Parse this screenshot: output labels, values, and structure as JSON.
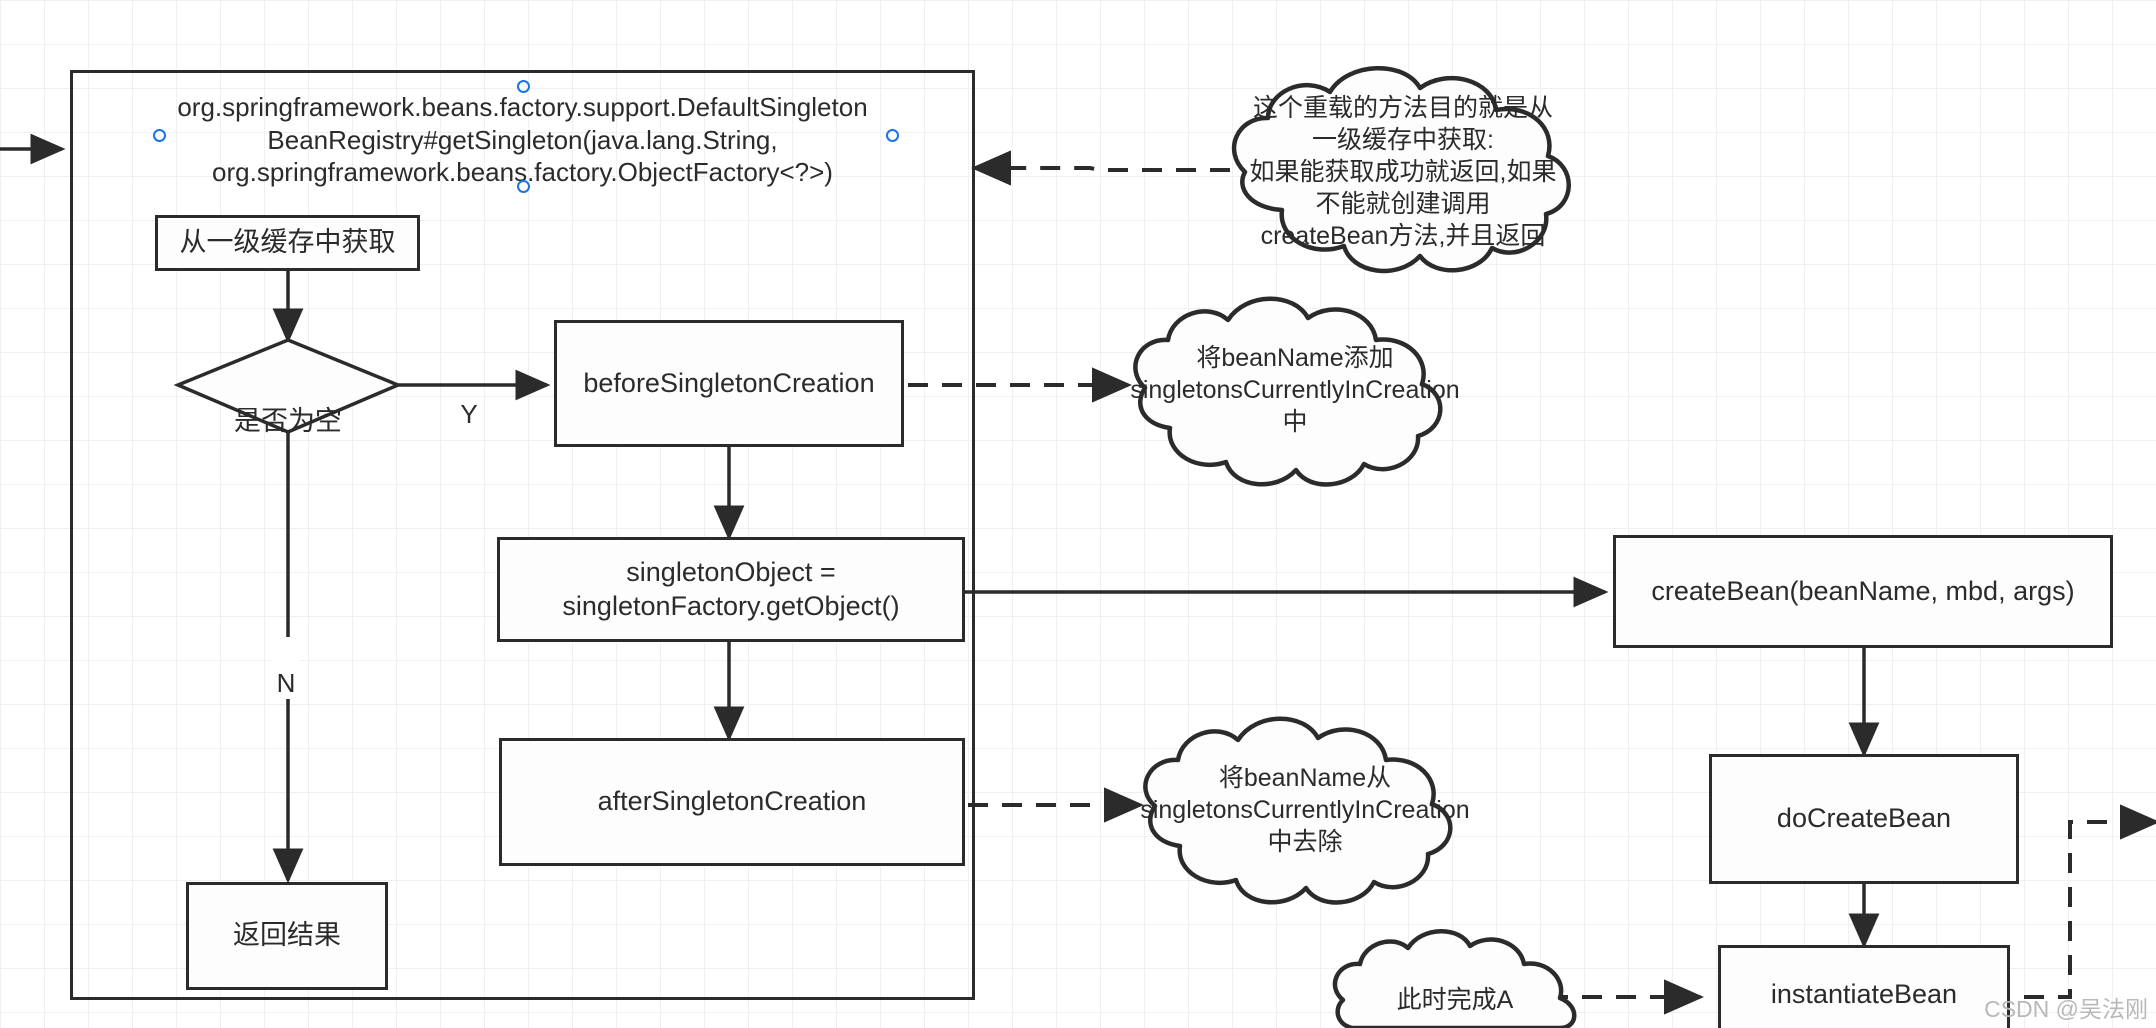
{
  "diagram": {
    "title_box": {
      "label": "org.springframework.beans.factory.support.DefaultSingleton\nBeanRegistry#getSingleton(java.lang.String,\norg.springframework.beans.factory.ObjectFactory<?>)"
    },
    "nodes": [
      {
        "id": "get-from-l1-cache",
        "label": "从一级缓存中获取"
      },
      {
        "id": "is-empty-decision",
        "label": "是否为空"
      },
      {
        "id": "before-singleton-creation",
        "label": "beforeSingletonCreation"
      },
      {
        "id": "singleton-object-assign",
        "label": "singletonObject =\nsingletonFactory.getObject()"
      },
      {
        "id": "after-singleton-creation",
        "label": "afterSingletonCreation"
      },
      {
        "id": "return-result",
        "label": "返回结果"
      },
      {
        "id": "create-bean",
        "label": "createBean(beanName, mbd, args)"
      },
      {
        "id": "do-create-bean",
        "label": "doCreateBean"
      },
      {
        "id": "instantiate-bean",
        "label": "instantiateBean"
      }
    ],
    "branch_labels": {
      "yes": "Y",
      "no": "N"
    },
    "annotations": [
      {
        "id": "overload-purpose-note",
        "text": "这个重载的方法目的就是从一级缓存中获取:\n如果能获取成功就返回,如果不能就创建调用\ncreateBean方法,并且返回"
      },
      {
        "id": "add-beanname-note",
        "text": "将beanName添加\nsingletonsCurrentlyInCreation\n中"
      },
      {
        "id": "remove-beanname-note",
        "text": "将beanName从\nsingletonsCurrentlyInCreation\n中去除"
      },
      {
        "id": "finish-a-note",
        "text": "此时完成A"
      }
    ],
    "watermark": "CSDN @吴法刚",
    "colors": {
      "stroke": "#2b2b2b",
      "grid": "#eef0f2",
      "handle": "#1a73e8",
      "node_fill": "#fdfdfd"
    }
  }
}
